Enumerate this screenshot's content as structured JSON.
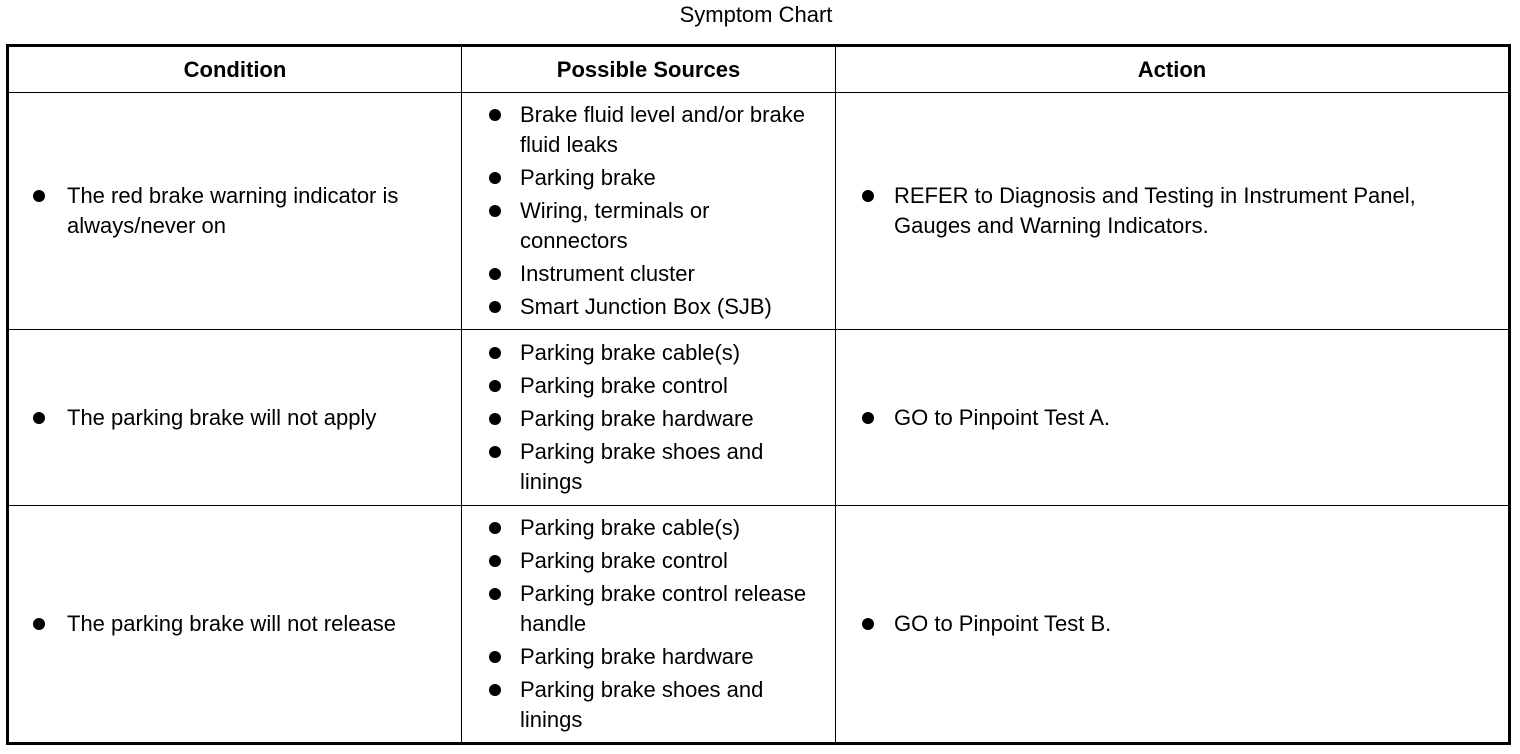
{
  "title": "Symptom Chart",
  "headers": {
    "condition": "Condition",
    "sources": "Possible Sources",
    "action": "Action"
  },
  "rows": [
    {
      "condition": "The red brake warning indicator is always/never on",
      "sources": [
        "Brake fluid level and/or brake fluid leaks",
        "Parking brake",
        "Wiring, terminals or connectors",
        "Instrument cluster",
        "Smart Junction Box (SJB)"
      ],
      "action": "REFER to Diagnosis and Testing in Instrument Panel, Gauges and Warning Indicators."
    },
    {
      "condition": "The parking brake will not apply",
      "sources": [
        "Parking brake cable(s)",
        "Parking brake control",
        "Parking brake hardware",
        "Parking brake shoes and linings"
      ],
      "action": "GO to Pinpoint Test A."
    },
    {
      "condition": "The parking brake will not release",
      "sources": [
        "Parking brake cable(s)",
        "Parking brake control",
        "Parking brake control release handle",
        "Parking brake hardware",
        "Parking brake shoes and linings"
      ],
      "action": "GO to Pinpoint Test B."
    }
  ]
}
